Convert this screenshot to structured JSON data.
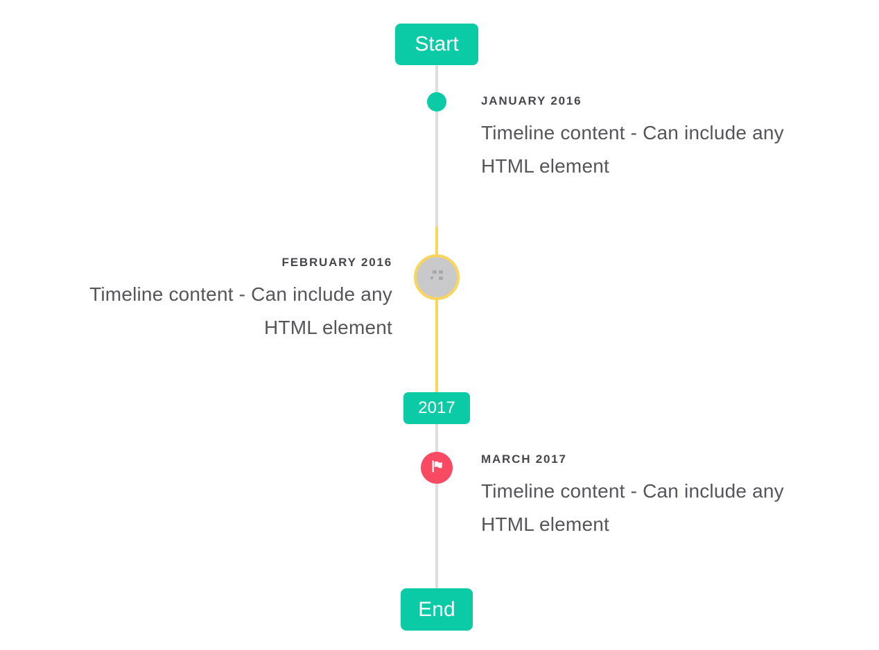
{
  "colors": {
    "accent_teal": "#0bcba6",
    "highlight_yellow": "#fad55c",
    "flag_red": "#f94a63",
    "line_gray": "#dedee0",
    "bullet_gray": "#c9c9cc",
    "glyph_gray": "#a9a9ad",
    "heading_text": "#46464b",
    "body_text": "#55555a",
    "badge_text": "#ffffff",
    "background": "#ffffff"
  },
  "timeline": {
    "start_label": "Start",
    "end_label": "End",
    "year_divider": "2017",
    "items": [
      {
        "title": "JANUARY 2016",
        "content": "Timeline content - Can include any HTML element",
        "side": "right",
        "bullet": "teal-dot"
      },
      {
        "title": "FEBRUARY 2016",
        "content": "Timeline content - Can include any HTML element",
        "side": "left",
        "bullet": "broken-image-icon"
      },
      {
        "title": "MARCH 2017",
        "content": "Timeline content - Can include any HTML element",
        "side": "right",
        "bullet": "flag-icon"
      }
    ]
  }
}
